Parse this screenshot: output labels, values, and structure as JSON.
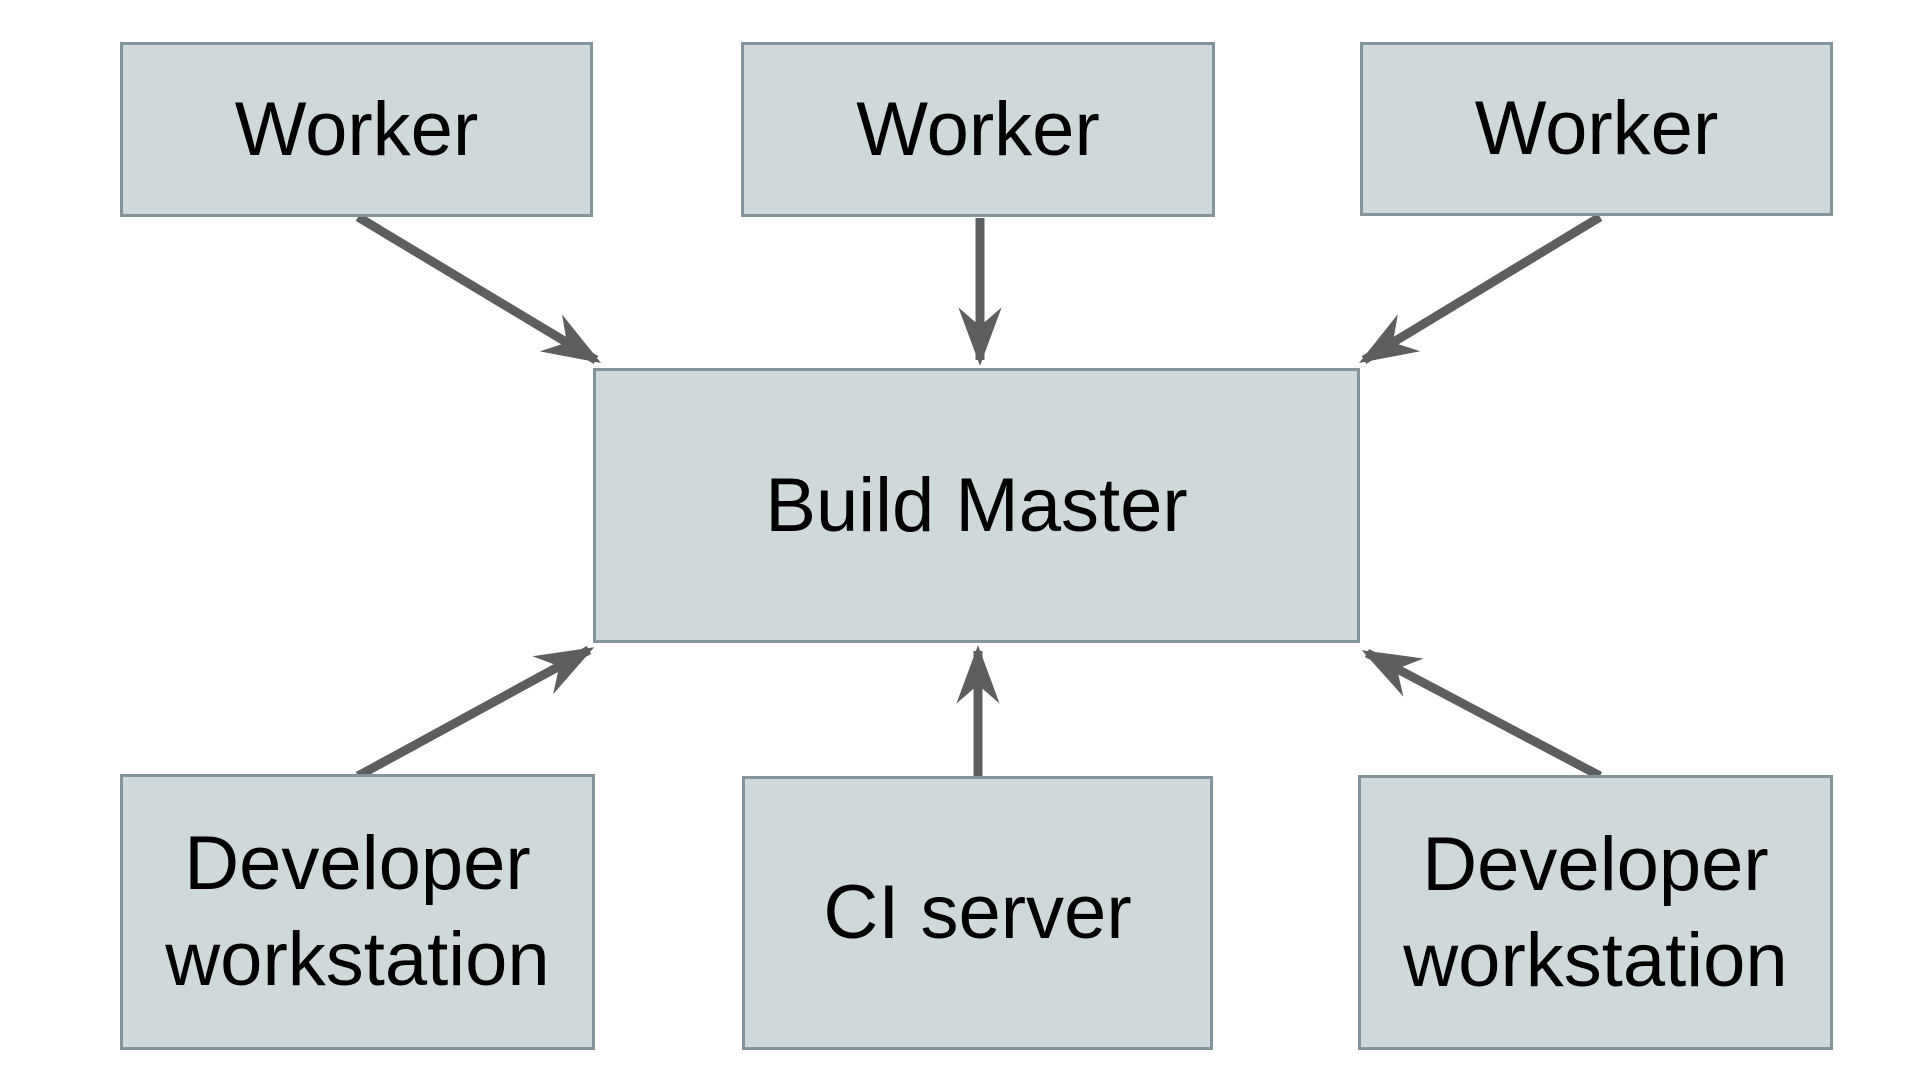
{
  "diagram": {
    "nodes": {
      "worker_1": {
        "label": "Worker"
      },
      "worker_2": {
        "label": "Worker"
      },
      "worker_3": {
        "label": "Worker"
      },
      "build_master": {
        "label": "Build Master"
      },
      "developer_workstation_left": {
        "label": "Developer workstation"
      },
      "ci_server": {
        "label": "CI server"
      },
      "developer_workstation_right": {
        "label": "Developer workstation"
      }
    },
    "edges": [
      {
        "from": "worker_1",
        "to": "build_master"
      },
      {
        "from": "worker_2",
        "to": "build_master"
      },
      {
        "from": "worker_3",
        "to": "build_master"
      },
      {
        "from": "developer_workstation_left",
        "to": "build_master"
      },
      {
        "from": "ci_server",
        "to": "build_master"
      },
      {
        "from": "developer_workstation_right",
        "to": "build_master"
      }
    ],
    "colors": {
      "background": "#ffffff",
      "node_fill": "#cfd8da",
      "node_border": "#84949c",
      "arrow": "#5d5e60",
      "text": "#000000"
    }
  }
}
